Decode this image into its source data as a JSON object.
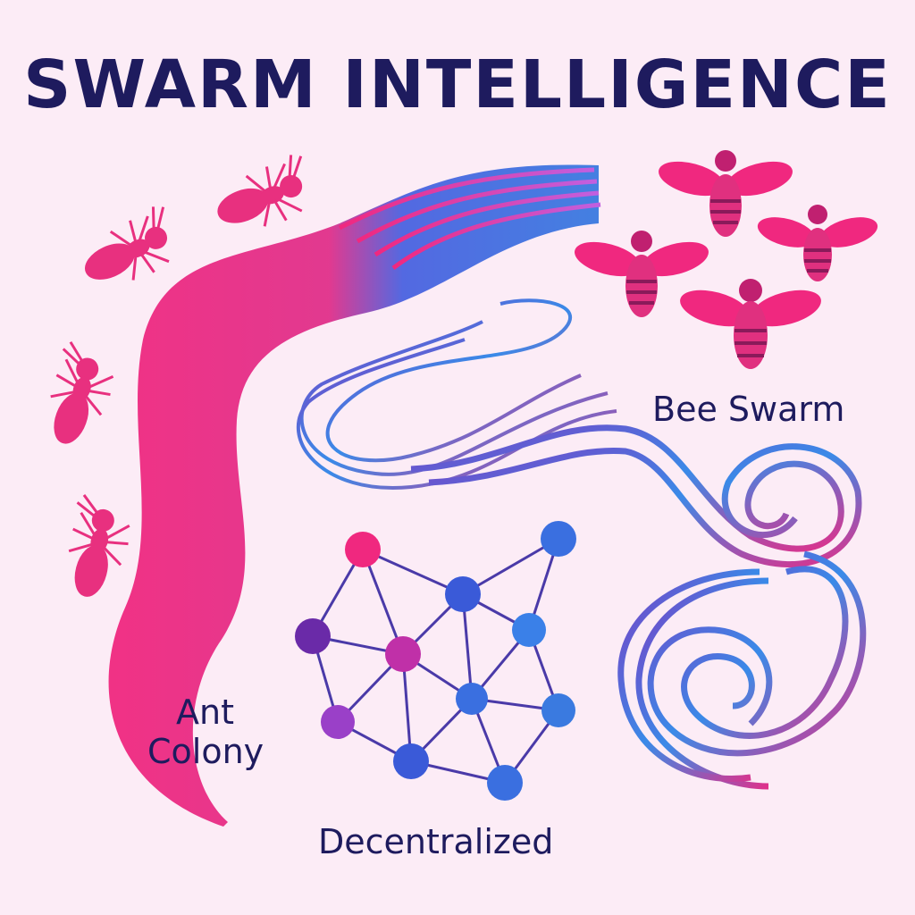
{
  "title": "SWARM INTELLIGENCE",
  "labels": {
    "ant_colony_line1": "Ant",
    "ant_colony_line2": "Colony",
    "bee_swarm": "Bee Swarm",
    "decentralized": "Decentralized"
  },
  "colors": {
    "background": "#fcecf6",
    "text": "#1e1b5e",
    "pink": "#f0287f",
    "blue": "#3a6fe0",
    "purple": "#7b3fc4"
  }
}
